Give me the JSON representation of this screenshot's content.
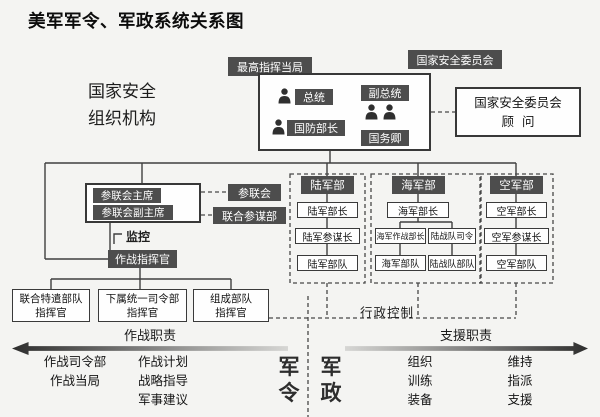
{
  "title": "美军军令、军政系统关系图",
  "side_label": {
    "line1": "国家安全",
    "line2": "组织机构"
  },
  "leadership": {
    "supreme_authority": "最高指挥当局",
    "nsc": "国家安全委员会",
    "president": "总统",
    "defense_secretary": "国防部长",
    "vice_president": "副总统",
    "state_secretary": "国务卿",
    "advisor_line1": "国家安全委员会",
    "advisor_line2": "顾  问"
  },
  "jcs": {
    "chairman": "参联会主席",
    "vice_chairman": "参联会副主席",
    "council": "参联会",
    "joint_staff": "联合参谋部",
    "monitor": "监控",
    "combatant_commander": "作战指挥官"
  },
  "commanders": [
    {
      "line1": "联合特遣部队",
      "line2": "指挥官"
    },
    {
      "line1": "下属统一司令部",
      "line2": "指挥官"
    },
    {
      "line1": "组成部队",
      "line2": "指挥官"
    }
  ],
  "departments": {
    "army": {
      "header": "陆军部",
      "secretary": "陆军部长",
      "chief": "陆军参谋长",
      "forces": "陆军部队"
    },
    "navy": {
      "header": "海军部",
      "secretary": "海军部长",
      "cno": "海军作战部长",
      "marine_commandant": "陆战队司令",
      "navy_forces": "海军部队",
      "marine_forces": "陆战队部队"
    },
    "airforce": {
      "header": "空军部",
      "secretary": "空军部长",
      "chief": "空军参谋长",
      "forces": "空军部队"
    }
  },
  "admin_control": "行政控制",
  "bottom": {
    "operational_title": "作战职责",
    "operational_items_a": [
      "作战司令部",
      "作战当局"
    ],
    "operational_items_b": [
      "作战计划",
      "战略指导",
      "军事建议"
    ],
    "military_command": "军令",
    "military_admin": "军政",
    "support_title": "支援职责",
    "support_items_a": [
      "组织",
      "训练",
      "装备"
    ],
    "support_items_b": [
      "维持",
      "指派",
      "支援"
    ]
  },
  "colors": {
    "dark_box": "#4d4d4d",
    "line": "#3f3f3f",
    "background": "#f4f4f2"
  }
}
